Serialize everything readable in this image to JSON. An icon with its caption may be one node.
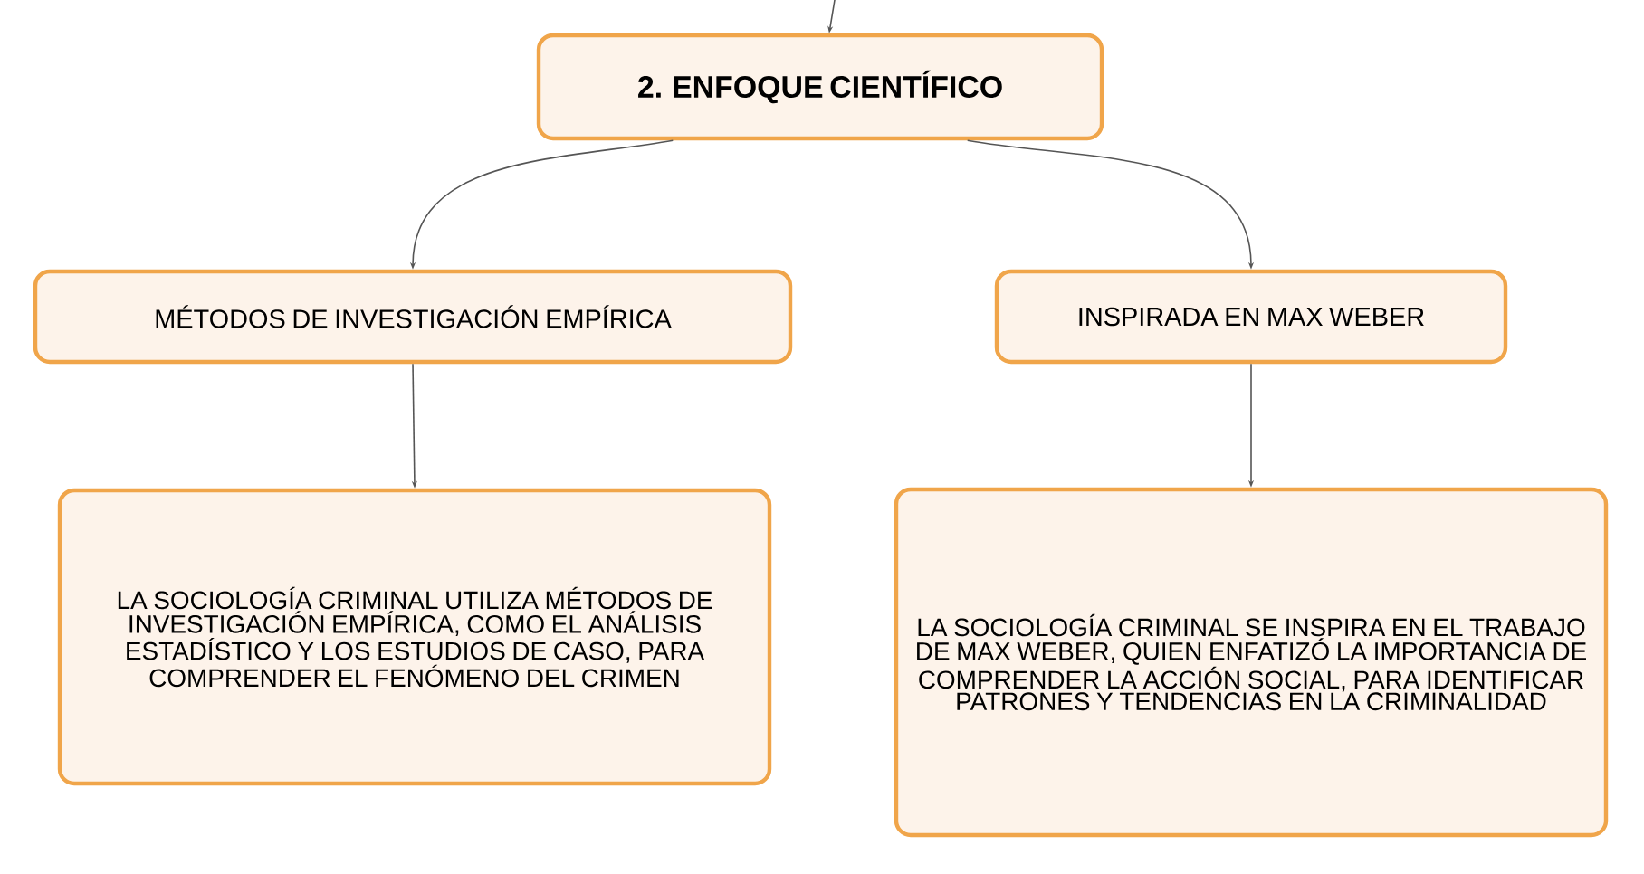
{
  "diagram": {
    "nodes": [
      {
        "text": [
          "2. ENFOQUE CIENTÍFICO"
        ]
      },
      {
        "text": [
          "MÉTODOS DE INVESTIGACIÓN EMPÍRICA"
        ]
      },
      {
        "text": [
          "INSPIRADA EN MAX WEBER"
        ]
      },
      {
        "text": [
          "LA SOCIOLOGÍA CRIMINAL UTILIZA MÉTODOS DE INVESTIGACIÓN EMPÍRICA, COMO EL ANÁLISIS ESTADÍSTICO Y LOS ESTUDIOS DE CASO, PARA COMPRENDER EL FENÓMENO DEL CRIMEN"
        ]
      },
      {
        "text": [
          "LA SOCIOLOGÍA CRIMINAL SE INSPIRA EN EL TRABAJO DE MAX WEBER, QUIEN ENFATIZÓ LA IMPORTANCIA DE COMPRENDER LA ACCIÓN SOCIAL, PARA IDENTIFICAR PATRONES Y TENDENCIAS EN LA CRIMINALIDAD"
        ]
      }
    ],
    "edges": [
      {
        "from": null,
        "to": 0,
        "arrow": "to"
      },
      {
        "from": 0,
        "to": 1,
        "arrow": "to"
      },
      {
        "from": 0,
        "to": 2,
        "arrow": "to"
      },
      {
        "from": 1,
        "to": 3,
        "arrow": "to"
      },
      {
        "from": 2,
        "to": 4,
        "arrow": "to"
      }
    ]
  }
}
